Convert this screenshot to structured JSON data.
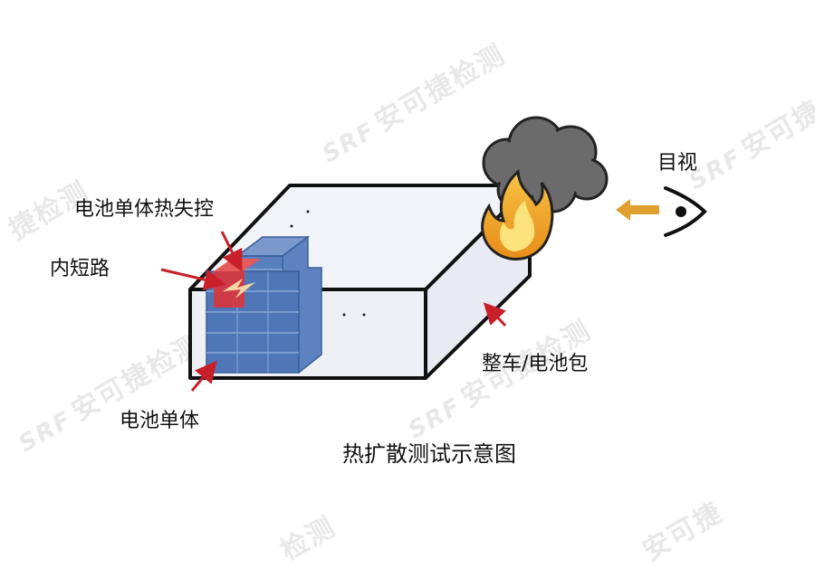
{
  "labels": {
    "thermal_runaway": "电池单体热失控",
    "internal_short": "内短路",
    "cell": "电池单体",
    "pack": "整车/电池包",
    "visual": "目视",
    "caption": "热扩散测试示意图"
  },
  "watermark": {
    "brand": "SRF",
    "company": "安可捷检测",
    "partial": "捷检测",
    "partial2": "安可捷",
    "partial3": "检测"
  },
  "colors": {
    "outline": "#111111",
    "box_fill": "#eef0f6",
    "cell_blue": "#4f77b8",
    "hot_red": "#d9363e",
    "arrow_red": "#c8202a",
    "flame_orange": "#f0a21e",
    "smoke": "#6b6b6b",
    "view_arrow": "#e0a030"
  }
}
